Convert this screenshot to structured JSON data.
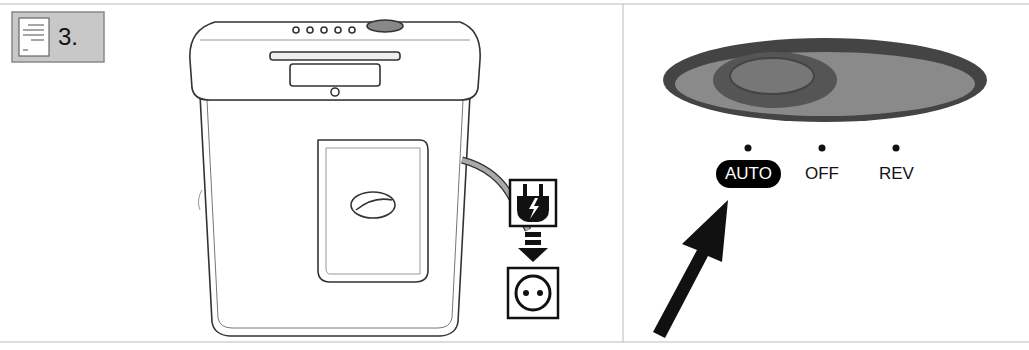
{
  "diagram": {
    "nodes": [
      {
        "text": [
          "3."
        ]
      },
      {
        "text": [
          "AUTO"
        ]
      }
    ],
    "labels": [
      "OFF",
      "REV"
    ]
  }
}
